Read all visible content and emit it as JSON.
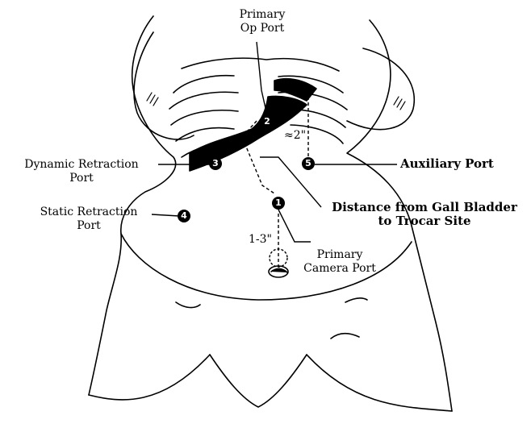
{
  "labels": {
    "primary_op_port": [
      "Primary",
      "Op Port"
    ],
    "dynamic_retraction_port": [
      "Dynamic Retraction",
      "Port"
    ],
    "static_retraction_port": [
      "Static Retraction",
      "Port"
    ],
    "auxiliary_port": "Auxiliary Port",
    "distance_gall_bladder": [
      "Distance from Gall Bladder",
      "to Trocar Site"
    ],
    "primary_camera_port": [
      "Primary",
      "Camera Port"
    ],
    "measure_2in": "≈2\"",
    "measure_1_3in": "1-3\""
  },
  "markers": [
    "1",
    "2",
    "3",
    "4",
    "5"
  ],
  "icons": {
    "navel": "navel-icon"
  }
}
